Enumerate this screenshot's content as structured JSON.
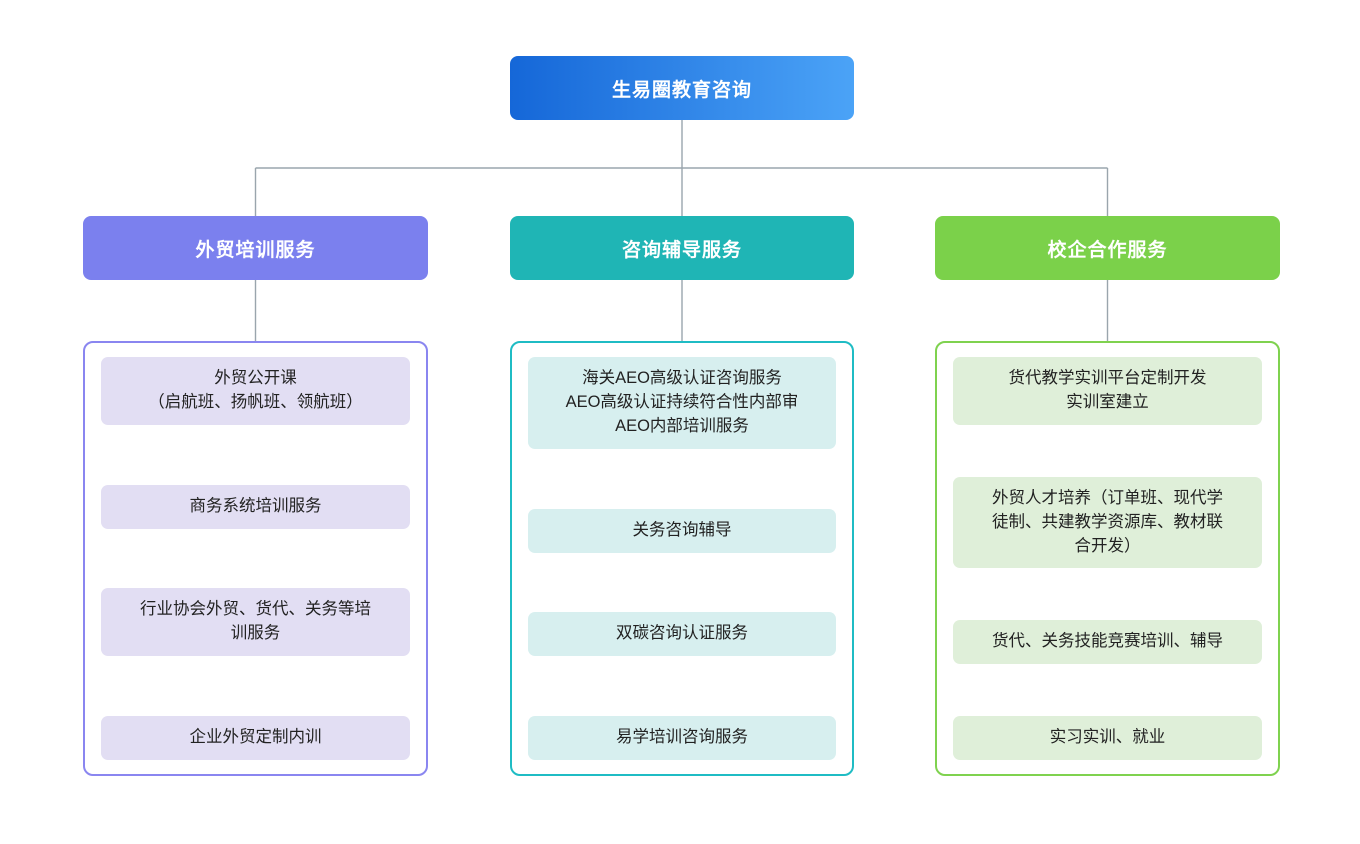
{
  "diagram": {
    "title": "生易圈教育咨询",
    "root": {
      "label": "生易圈教育咨询",
      "gradient_from": "#1567D8",
      "gradient_to": "#4BA3F7"
    },
    "connector_color": "#9aa5ad",
    "columns": [
      {
        "id": "foreign-trade-training",
        "header": "外贸培训服务",
        "header_color": "#7B80EE",
        "panel_border": "#8A86F0",
        "card_color": "#E2DEF3",
        "items": [
          {
            "lines": [
              "外贸公开课",
              "（启航班、扬帆班、领航班）"
            ]
          },
          {
            "lines": [
              "商务系统培训服务"
            ]
          },
          {
            "lines": [
              "行业协会外贸、货代、关务等培",
              "训服务"
            ]
          },
          {
            "lines": [
              "企业外贸定制内训"
            ]
          }
        ]
      },
      {
        "id": "consulting-tutoring",
        "header": "咨询辅导服务",
        "header_color": "#1FB5B5",
        "panel_border": "#1FBCC4",
        "card_color": "#D7EFEF",
        "items": [
          {
            "lines": [
              "海关AEO高级认证咨询服务",
              "AEO高级认证持续符合性内部审",
              "AEO内部培训服务"
            ]
          },
          {
            "lines": [
              "关务咨询辅导"
            ]
          },
          {
            "lines": [
              "双碳咨询认证服务"
            ]
          },
          {
            "lines": [
              "易学培训咨询服务"
            ]
          }
        ]
      },
      {
        "id": "school-enterprise-cooperation",
        "header": "校企合作服务",
        "header_color": "#7BD14A",
        "panel_border": "#7FD24F",
        "card_color": "#DFEFD9",
        "items": [
          {
            "lines": [
              "货代教学实训平台定制开发",
              "实训室建立"
            ]
          },
          {
            "lines": [
              "外贸人才培养（订单班、现代学",
              "徒制、共建教学资源库、教材联",
              "合开发）"
            ]
          },
          {
            "lines": [
              "货代、关务技能竞赛培训、辅导"
            ]
          },
          {
            "lines": [
              "实习实训、就业"
            ]
          }
        ]
      }
    ]
  }
}
